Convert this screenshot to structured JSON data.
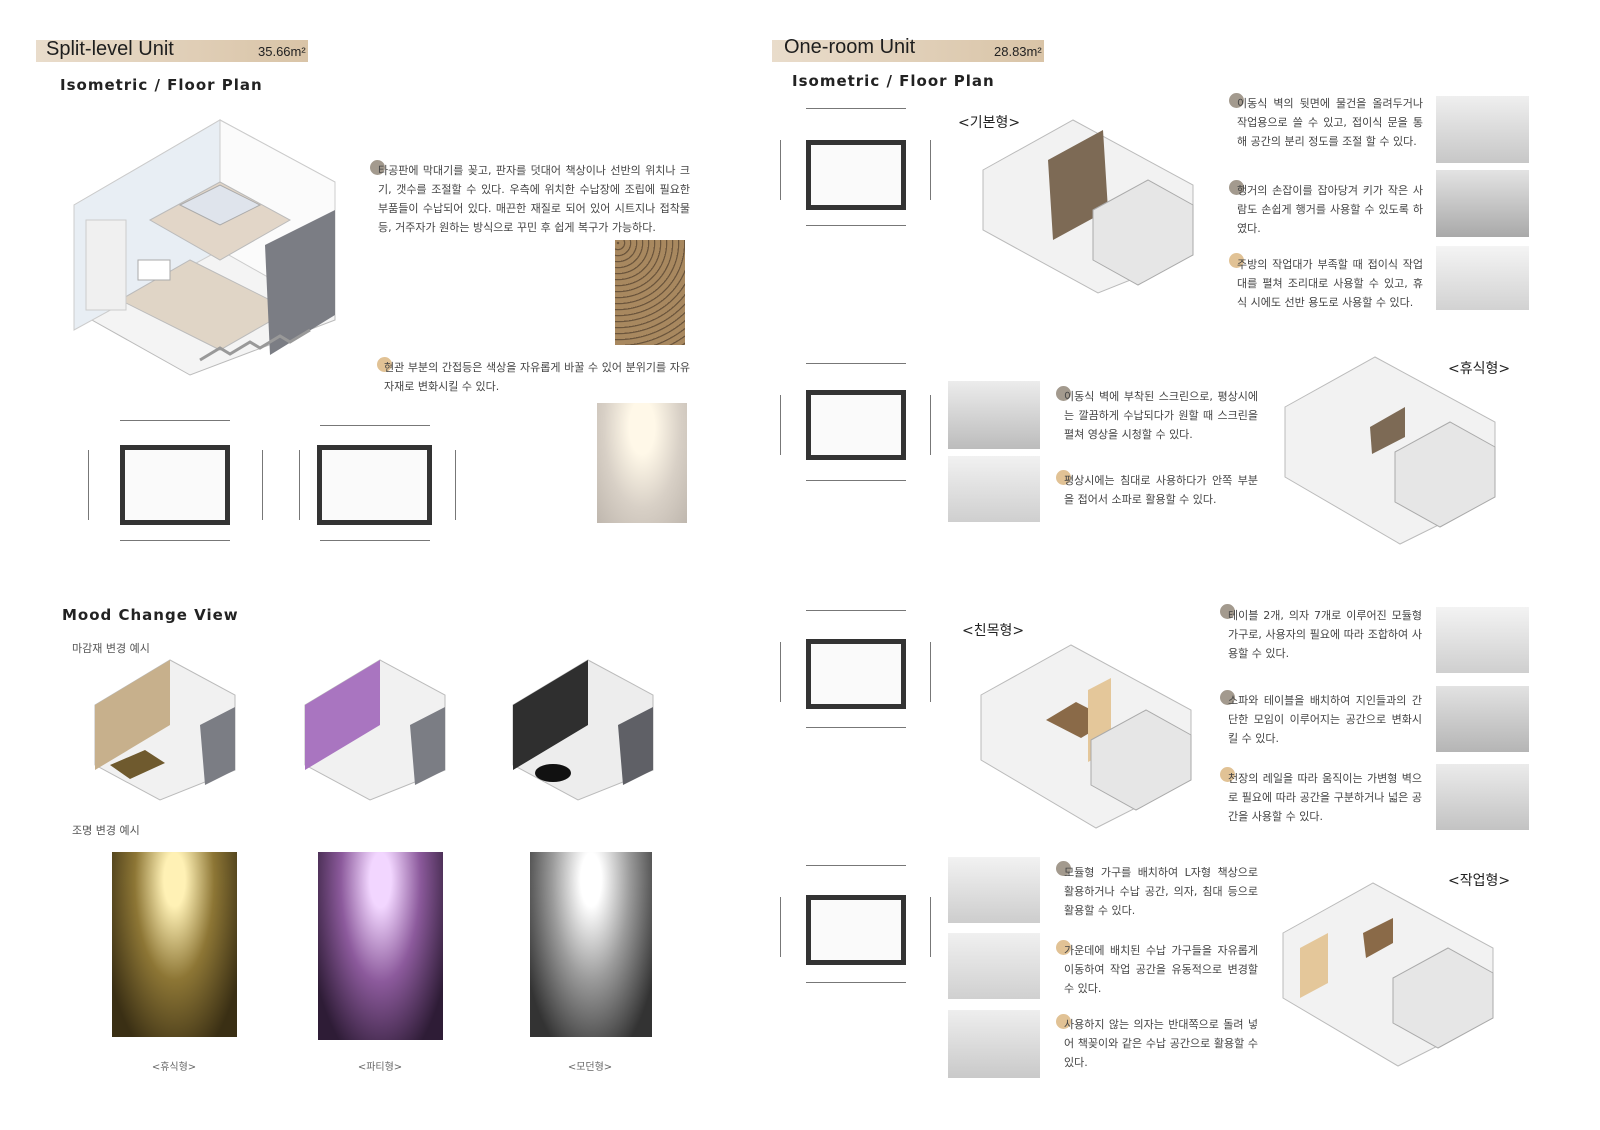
{
  "split": {
    "title": "Split-level Unit",
    "area": "35.66m²",
    "subtitle": "Isometric / Floor Plan",
    "para1": "타공판에 막대기를 꽂고, 판자를 덧대어 책상이나 선반의 위치나 크기, 갯수를 조절할 수 있다. 우측에 위치한 수납장에 조립에 필요한 부품들이 수납되어 있다. 매끈한 재질로 되어 있어 시트지나 접착물 등, 거주자가 원하는 방식으로 꾸민 후 쉽게 복구가 가능하다.",
    "para2": "현관 부분의 간접등은 색상을 자유롭게 바꿀 수 있어 분위기를 자유자재로 변화시킬 수 있다.",
    "mood_title": "Mood Change View",
    "finish_label": "마감재 변경 예시",
    "light_label": "조명 변경 예시",
    "captions": [
      "<휴식형>",
      "<파티형>",
      "<모던형>"
    ]
  },
  "oneroom": {
    "title": "One-room Unit",
    "area": "28.83m²",
    "subtitle": "Isometric / Floor Plan",
    "types": {
      "basic": "<기본형>",
      "rest": "<휴식형>",
      "social": "<친목형>",
      "work": "<작업형>"
    },
    "basic_texts": [
      "이동식 벽의 뒷면에 물건을 올려두거나 작업용으로 쓸 수 있고, 접이식 문을 통해 공간의 분리 정도를 조절 할 수 있다.",
      "행거의 손잡이를 잡아당겨 키가 작은 사람도 손쉽게 행거를 사용할 수 있도록 하였다.",
      "주방의 작업대가 부족할 때 접이식 작업대를 펼쳐 조리대로 사용할 수 있고, 휴식 시에도 선반 용도로 사용할 수 있다."
    ],
    "rest_texts": [
      "이동식 벽에 부착된 스크린으로, 평상시에는 깔끔하게 수납되다가 원할 때 스크린을 펼쳐 영상을 시청할 수 있다.",
      "평상시에는 침대로 사용하다가 안쪽 부분을 접어서 소파로 활용할 수 있다."
    ],
    "social_texts": [
      "테이블 2개, 의자 7개로 이루어진 모듈형 가구로, 사용자의 필요에 따라 조합하여 사용할 수 있다.",
      "소파와 테이블을 배치하여 지인들과의 간단한 모임이 이루어지는 공간으로 변화시킬 수 있다.",
      "천장의 레일을 따라 움직이는 가변형 벽으로 필요에 따라 공간을 구분하거나 넓은 공간을 사용할 수 있다."
    ],
    "work_texts": [
      "모듈형 가구를 배치하여 L자형 책상으로 활용하거나 수납 공간, 의자, 침대 등으로 활용할 수 있다.",
      "가운데에 배치된 수납 가구들을 자유롭게 이동하여 작업 공간을 유동적으로 변경할 수 있다.",
      "사용하지 않는 의자는 반대쪽으로 돌려 넣어 책꽂이와 같은 수납 공간으로 활용할 수 있다."
    ]
  },
  "colors": {
    "accent_tan": "#d9c4a7",
    "wood": "#8a6a48",
    "purple": "#b07ac2",
    "dark": "#2e2e2e"
  }
}
